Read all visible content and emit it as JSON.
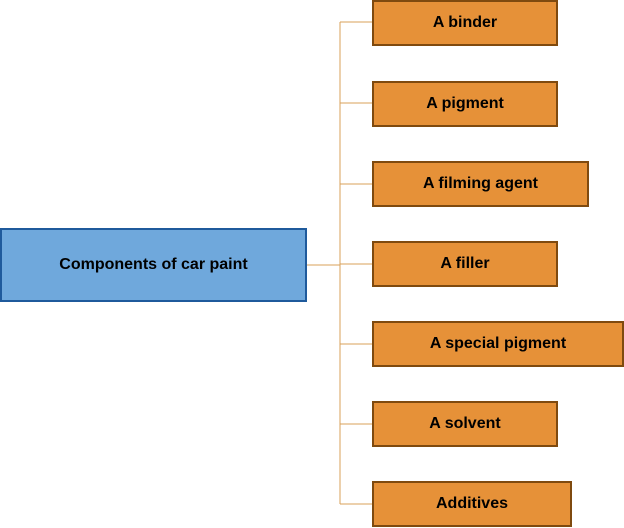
{
  "root": {
    "label": "Components of car paint"
  },
  "children": [
    {
      "label": "A binder"
    },
    {
      "label": "A pigment"
    },
    {
      "label": "A filming agent"
    },
    {
      "label": "A filler"
    },
    {
      "label": "A special pigment"
    },
    {
      "label": "A solvent"
    },
    {
      "label": "Additives"
    }
  ],
  "colors": {
    "root_fill": "#6fa8dc",
    "root_border": "#1f5a9c",
    "child_fill": "#e69138",
    "child_border": "#7f4a0f",
    "connector": "#d9a15a"
  }
}
